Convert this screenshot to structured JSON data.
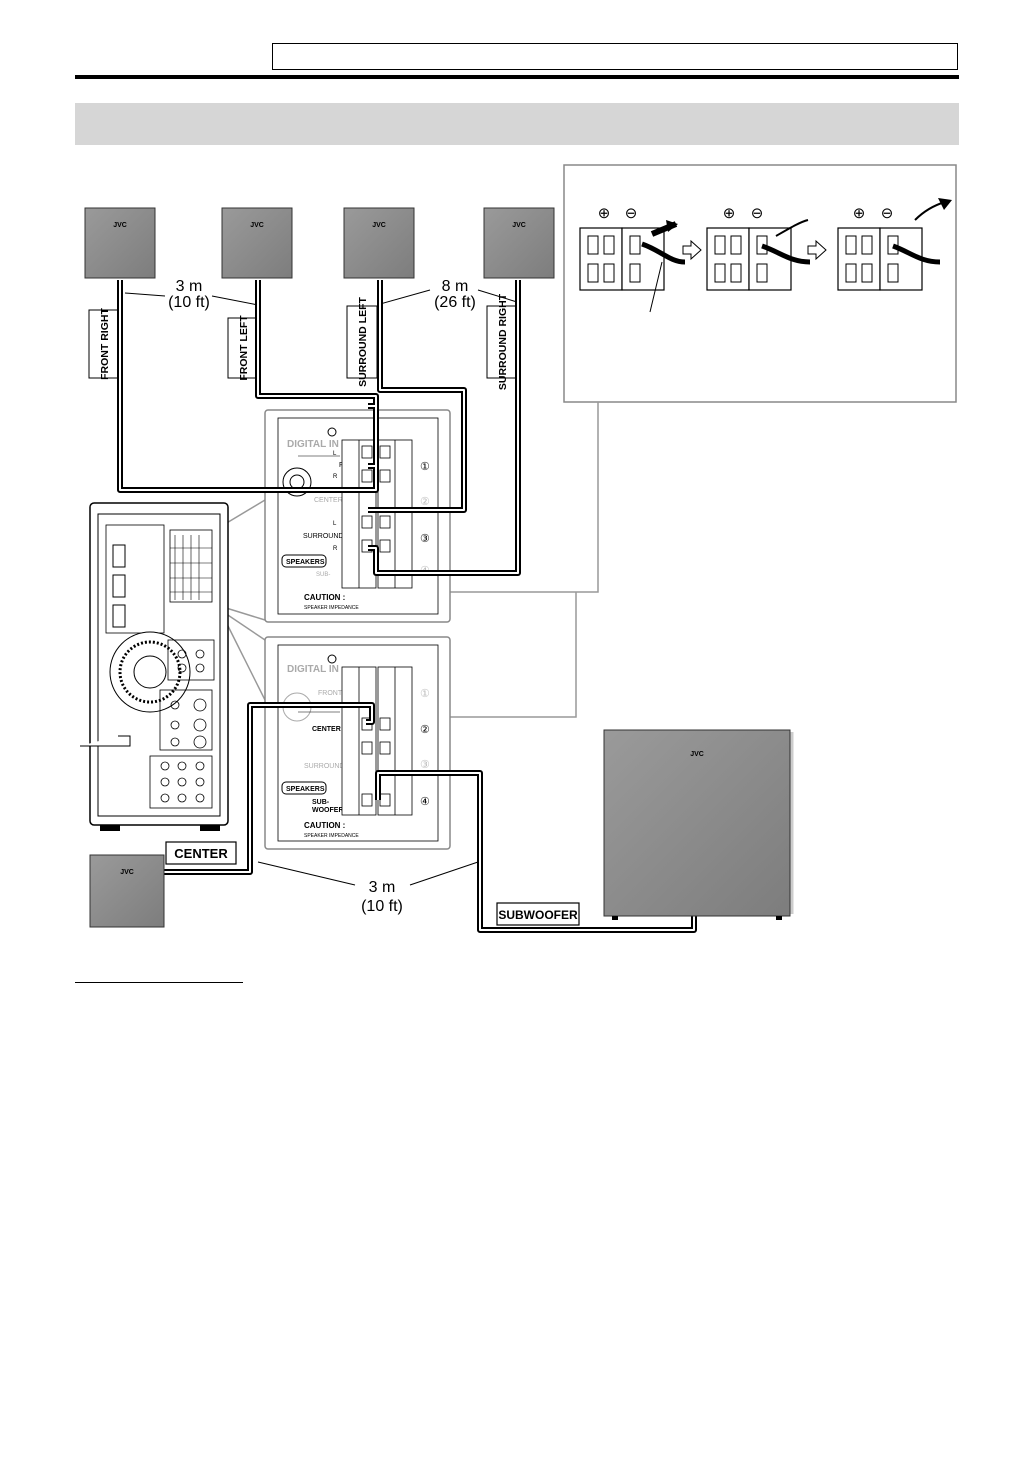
{
  "speakers": {
    "brand": "JVC",
    "front_right": "FRONT RIGHT",
    "front_left": "FRONT LEFT",
    "surround_left": "SURROUND LEFT",
    "surround_right": "SURROUND RIGHT",
    "center": "CENTER",
    "subwoofer": "SUBWOOFER"
  },
  "distances": {
    "front_m": "3 m",
    "front_ft": "(10 ft)",
    "surround_m": "8 m",
    "surround_ft": "(26 ft)",
    "center_sub_m": "3 m",
    "center_sub_ft": "(10 ft)"
  },
  "terminal_panel": {
    "digital_in": "DIGITAL IN",
    "front": "FRONT",
    "center": "CENTER",
    "surround": "SURROUND",
    "speakers": "SPEAKERS",
    "sub": "SUB-",
    "woofer": "WOOFER",
    "caution": "CAUTION :",
    "impedance": "SPEAKER IMPEDANCE",
    "l": "L",
    "r": "R",
    "n1": "①",
    "n2": "②",
    "n3": "③",
    "n4": "④"
  },
  "inset": {
    "plus": "⊕",
    "minus": "⊖"
  },
  "colors": {
    "section_bar": "#d6d6d6",
    "speaker_body": "#8c8c8c",
    "panel_border": "#888888"
  }
}
